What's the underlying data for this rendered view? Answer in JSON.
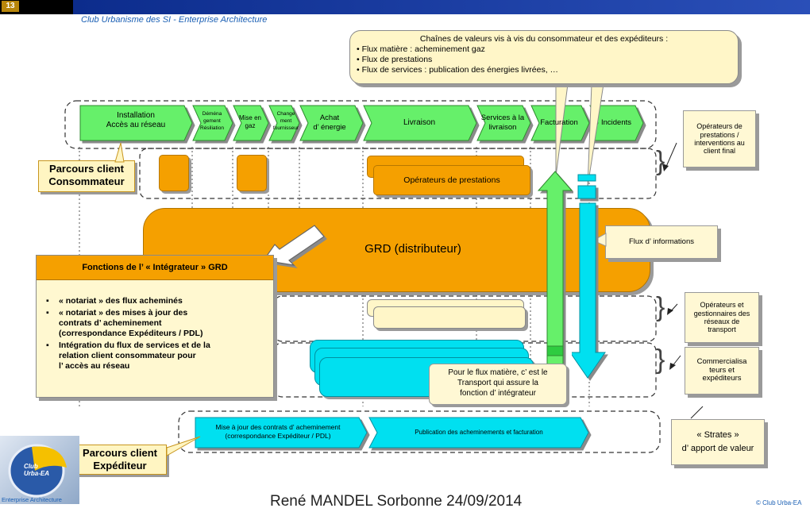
{
  "slide_number": "13",
  "club_title": "Club  Urbanisme des SI - Enterprise Architecture",
  "value_chain_note": {
    "heading": "Chaînes de valeurs vis à vis du consommateur  et des expéditeurs :",
    "line1": "• Flux matière : acheminement gaz",
    "line2": "• Flux de prestations",
    "line3": "• Flux de services : publication des énergies livrées, …"
  },
  "consumer_chain": [
    {
      "l1": "Installation",
      "l2": "Accès au réseau",
      "l3": ""
    },
    {
      "l1": "Déména",
      "l2": "gement",
      "l3": "Résiliation"
    },
    {
      "l1": "Mise en",
      "l2": "gaz",
      "l3": ""
    },
    {
      "l1": "Change",
      "l2": "ment",
      "l3": "fournisseur"
    },
    {
      "l1": "Achat",
      "l2": "d’ énergie",
      "l3": ""
    },
    {
      "l1": "Livraison",
      "l2": "",
      "l3": ""
    },
    {
      "l1": "Services à la",
      "l2": "livraison",
      "l3": ""
    },
    {
      "l1": "Facturation",
      "l2": "",
      "l3": ""
    },
    {
      "l1": "Incidents",
      "l2": "",
      "l3": ""
    }
  ],
  "operators_note": {
    "l1": "Opérateurs de",
    "l2": "prestations /",
    "l3": "interventions au",
    "l4": "client final"
  },
  "parcours_consommateur": {
    "l1": "Parcours client",
    "l2": "Consommateur"
  },
  "operateurs_prestations": "Opérateurs de prestations",
  "grd_label": "GRD (distributeur)",
  "flux_informations": "Flux d’ informations",
  "integrateur": {
    "title": "Fonctions de l’ « Intégrateur » GRD",
    "b1": "« notariat » des flux acheminés",
    "b2a": "« notariat » des mises à jour des",
    "b2b": "contrats d’ acheminement",
    "b2c": "(correspondance Expéditeurs / PDL)",
    "b3a": "Intégration du flux de services et de la",
    "b3b": "relation client consommateur pour",
    "b3c": "l’ accès au réseau"
  },
  "transport_ops_note": {
    "l1": "Opérateurs et",
    "l2": "gestionnaires des",
    "l3": "réseaux de",
    "l4": "transport"
  },
  "commercial_note": {
    "l1": "Commercialisa",
    "l2": "teurs et",
    "l3": "expéditeurs"
  },
  "transport_note": {
    "l1": "Pour le flux matière, c’ est le",
    "l2": "Transport qui assure la",
    "l3": "fonction d’ intégrateur"
  },
  "strates_note": {
    "l1": "« Strates »",
    "l2": "d’ apport de valeur"
  },
  "shipper_chain": {
    "step1a": "Mise à jour des contrats d’ acheminement",
    "step1b": "(correspondance Expéditeur / PDL)",
    "step2": "Publication des acheminements et facturation"
  },
  "parcours_expediteur": {
    "l1": "Parcours client",
    "l2": "Expéditeur"
  },
  "logo": {
    "l1": "Club",
    "l2": "Urba-EA",
    "caption": "Enterprise Architecture"
  },
  "footer": "René MANDEL Sorbonne 24/09/2014",
  "copyright": "© Club Urba-EA",
  "colors": {
    "chevron_green": "#66f06a",
    "orange": "#f5a000",
    "cyan": "#00e0f0",
    "cream": "#fff6c8",
    "title_blue": "#1a5fb4"
  }
}
